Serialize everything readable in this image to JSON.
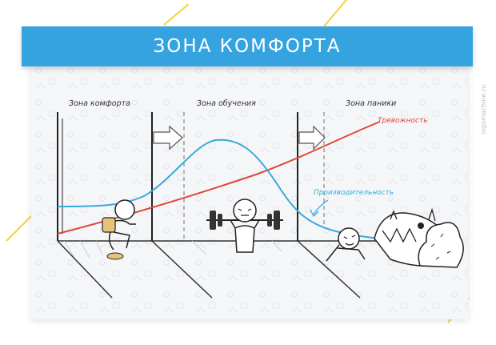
{
  "banner": {
    "title": "ЗОНА КОМФОРТА"
  },
  "side_watermark": "logomachine.ru",
  "zones": [
    {
      "label": "Зона комфорта"
    },
    {
      "label": "Зона обучения"
    },
    {
      "label": "Зона паники"
    }
  ],
  "curves": {
    "anxiety": {
      "label": "Тревожность",
      "color": "#e0483b"
    },
    "productivity": {
      "label": "Производительность",
      "color": "#3aa9dc"
    }
  },
  "colors": {
    "banner": "#34a3e0",
    "accent_lines": "#f3d23a",
    "card_bg": "#f5f6f8"
  },
  "icons": [
    "person-sitting-icon",
    "weightlifter-icon",
    "person-fleeing-monster-icon",
    "arrow-right-icon"
  ]
}
